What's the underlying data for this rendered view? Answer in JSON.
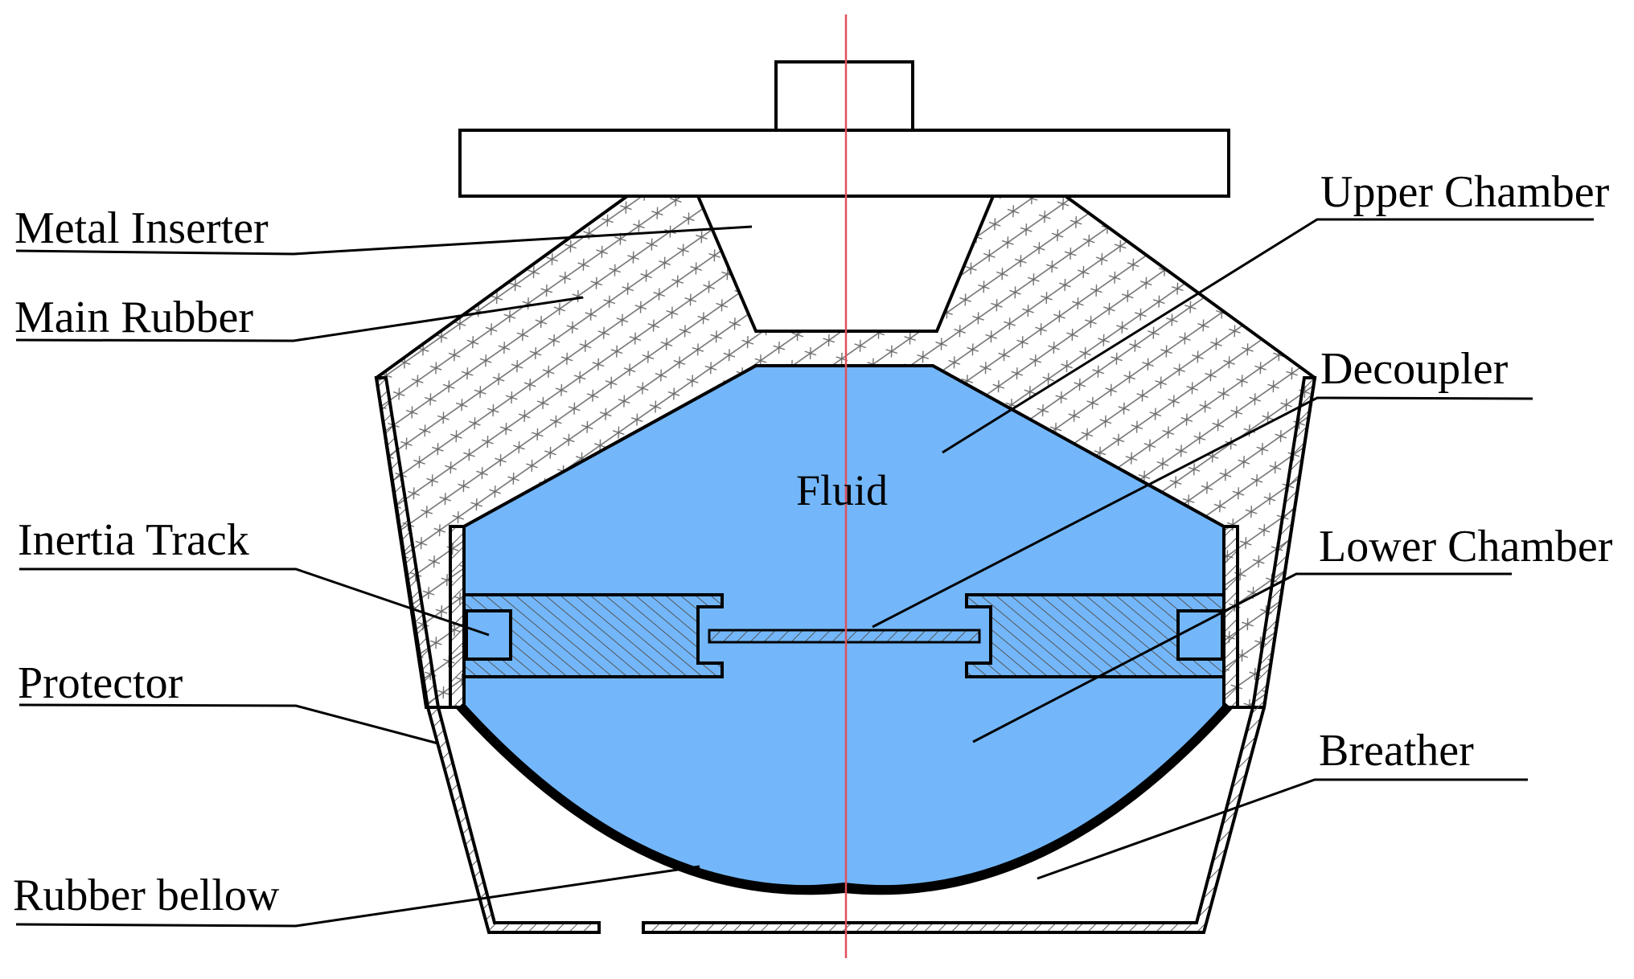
{
  "labels": {
    "metal_inserter": "Metal Inserter",
    "main_rubber": "Main Rubber",
    "inertia_track": "Inertia Track",
    "protector": "Protector",
    "rubber_bellow": "Rubber bellow",
    "upper_chamber": "Upper Chamber",
    "decoupler": "Decoupler",
    "lower_chamber": "Lower Chamber",
    "breather": "Breather",
    "fluid": "Fluid"
  },
  "colors": {
    "fluid": "#73b7fa",
    "centerline": "#e0505a",
    "outline": "#000000",
    "hatch": "#555555"
  }
}
